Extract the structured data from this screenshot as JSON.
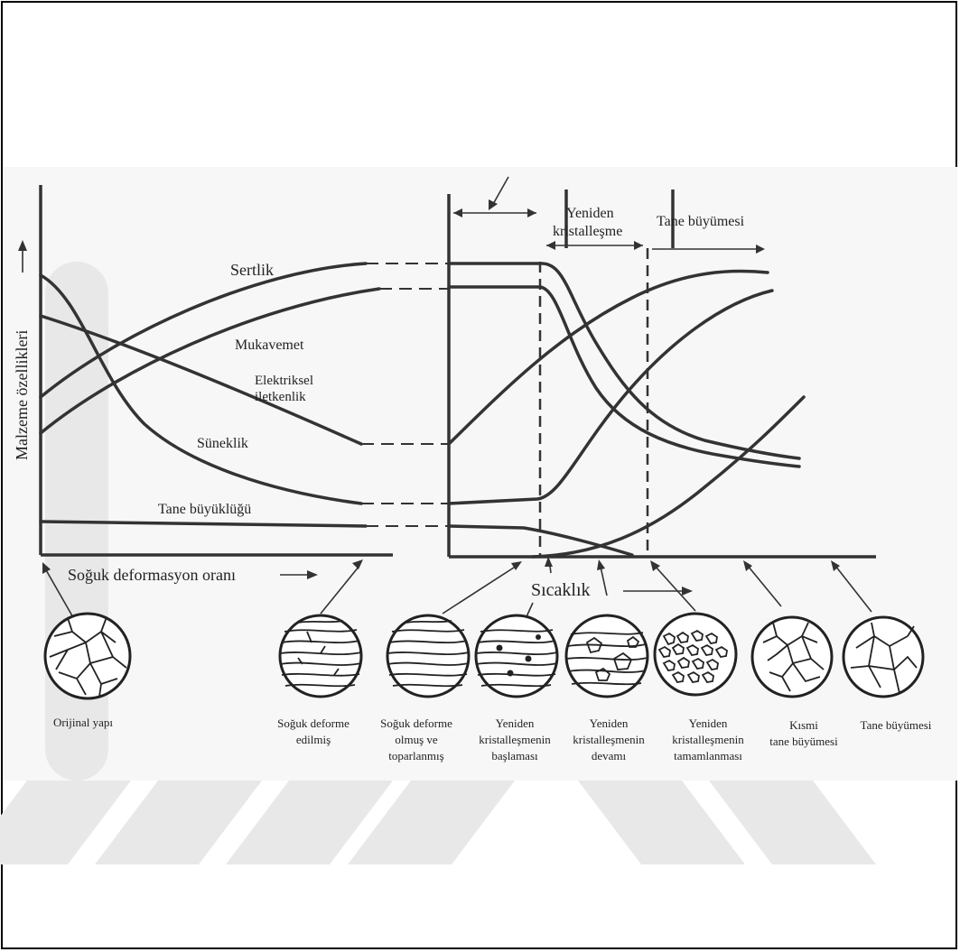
{
  "figure": {
    "ylabel": "Malzeme özellikleri",
    "xlabel_left": "Soğuk deformasyon oranı",
    "xlabel_right": "Sıcaklık",
    "curves": {
      "sertlik": "Sertlik",
      "mukavemet": "Mukavemet",
      "elektriksel_1": "Elektriksel",
      "elektriksel_2": "iletkenlik",
      "suneklik": "Süneklik",
      "tane": "Tane büyüklüğü"
    },
    "regions": {
      "yeniden_1": "Yeniden",
      "yeniden_2": "kristalleşme",
      "tane_buyumesi": "Tane büyümesi"
    }
  },
  "microstructures": [
    {
      "lines": [
        "Orijinal yapı"
      ]
    },
    {
      "lines": [
        "Soğuk deforme",
        "edilmiş"
      ]
    },
    {
      "lines": [
        "Soğuk deforme",
        "olmuş ve",
        "toparlanmış"
      ]
    },
    {
      "lines": [
        "Yeniden",
        "kristalleşmenin",
        "başlaması"
      ]
    },
    {
      "lines": [
        "Yeniden",
        "kristalleşmenin",
        "devamı"
      ]
    },
    {
      "lines": [
        "Yeniden",
        "kristalleşmenin",
        "tamamlanması"
      ]
    },
    {
      "lines": [
        "Kısmi",
        "tane büyümesi"
      ]
    },
    {
      "lines": [
        "Tane büyümesi"
      ]
    }
  ],
  "colors": {
    "ink": "#333333",
    "paper": "#ffffff",
    "watermark": "#e8e8e8"
  }
}
